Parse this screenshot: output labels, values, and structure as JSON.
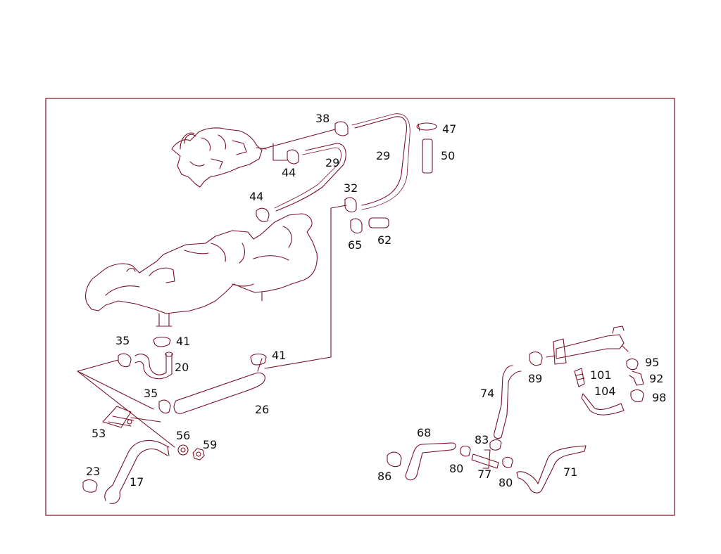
{
  "diagram": {
    "colors": {
      "line": "#7a1028",
      "text": "#111111",
      "background": "#ffffff"
    },
    "parts": {
      "p17": "17",
      "p20": "20",
      "p23": "23",
      "p26": "26",
      "p29a": "29",
      "p29b": "29",
      "p32": "32",
      "p35a": "35",
      "p35b": "35",
      "p38": "38",
      "p41a": "41",
      "p41b": "41",
      "p44a": "44",
      "p44b": "44",
      "p47": "47",
      "p50": "50",
      "p53": "53",
      "p56": "56",
      "p59": "59",
      "p62": "62",
      "p65": "65",
      "p68": "68",
      "p71": "71",
      "p74": "74",
      "p77": "77",
      "p80a": "80",
      "p80b": "80",
      "p83": "83",
      "p86": "86",
      "p89": "89",
      "p92": "92",
      "p95": "95",
      "p98": "98",
      "p101": "101",
      "p104": "104"
    }
  }
}
